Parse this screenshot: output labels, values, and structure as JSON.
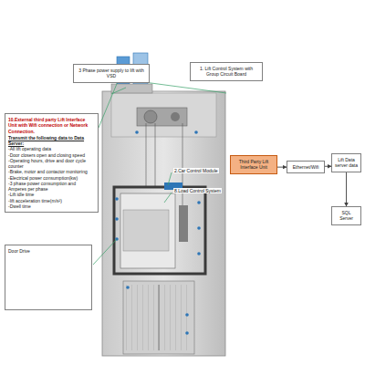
{
  "diagram": {
    "nodes": [
      {
        "text": [
          "3 Phase power supply to lift with VSD"
        ]
      },
      {
        "text": [
          "1. Lift Control System with Group Circuit Board"
        ]
      },
      {
        "text": [
          "10.External third party Lift Interface Unit with Wifi connection or Network Connection.",
          "Transmit the following data to Data Server:",
          "-All lift operating data",
          "-Door closers open and closing speed",
          "-Operating hours, drive and door cycle counter",
          "-Brake, motor and contactor monitoring",
          "-Electrical power consumption(kw)",
          "-3 phase power consumption and Amperes per phase",
          "-Lift idle time",
          "-lift acceleration time(m/s²)",
          "-Dwell time"
        ]
      },
      {
        "text": [
          "Door Drive"
        ]
      },
      {
        "text": [
          "Third Party Lift Interface Unit"
        ]
      },
      {
        "text": [
          "Ethernet/Wifi"
        ]
      },
      {
        "text": [
          "Lift Data server data"
        ]
      },
      {
        "text": [
          "SQL Server"
        ]
      }
    ],
    "edges": [
      {
        "from": 4,
        "to": 5,
        "arrow": "to"
      },
      {
        "from": 5,
        "to": 6,
        "arrow": "to"
      },
      {
        "from": 6,
        "to": 7,
        "arrow": "to"
      }
    ],
    "labels": [
      "2.Car Control Module",
      "8.Load Control System"
    ]
  }
}
